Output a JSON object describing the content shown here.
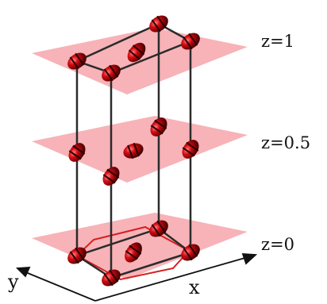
{
  "planes": [
    {
      "label": "z=1"
    },
    {
      "label": "z=0.5"
    },
    {
      "label": "z=0"
    }
  ],
  "axes": {
    "x_label": "x",
    "y_label": "y"
  },
  "colors": {
    "plane_fill": "#f7b3b8",
    "atom_red": "#d40c12",
    "atom_dark": "#4a0000",
    "edge": "#2b2b2b",
    "hexagon": "#d62020"
  }
}
